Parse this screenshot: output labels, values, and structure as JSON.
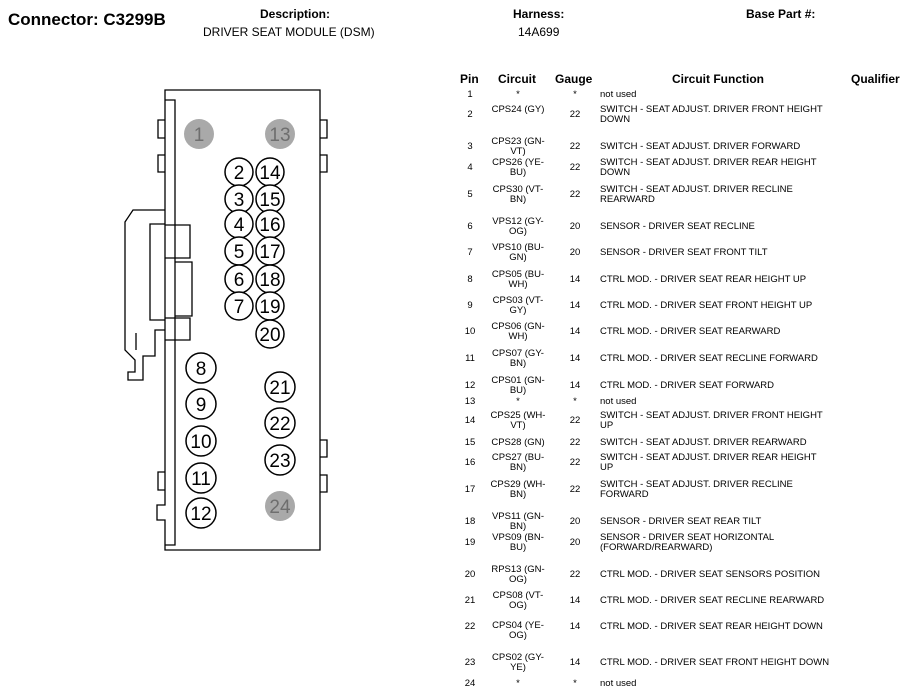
{
  "header": {
    "title": "Connector: C3299B",
    "description_label": "Description:",
    "description_value": "DRIVER SEAT MODULE (DSM)",
    "harness_label": "Harness:",
    "harness_value": "14A699",
    "base_part_label": "Base Part #:"
  },
  "table": {
    "headers": [
      "Pin",
      "Circuit",
      "Gauge",
      "Circuit Function",
      "Qualifier"
    ],
    "rows": [
      {
        "pin": "1",
        "circuit": [
          "*"
        ],
        "gauge": "*",
        "func": [
          "not used"
        ]
      },
      {
        "pin": "2",
        "circuit": [
          "CPS24 (GY)"
        ],
        "gauge": "22",
        "func": [
          "SWITCH - SEAT ADJUST. DRIVER FRONT HEIGHT",
          "DOWN"
        ]
      },
      {
        "pin": "3",
        "circuit": [
          "CPS23 (GN-",
          "VT)"
        ],
        "gauge": "22",
        "func": [
          "SWITCH - SEAT ADJUST. DRIVER FORWARD"
        ]
      },
      {
        "pin": "4",
        "circuit": [
          "CPS26 (YE-",
          "BU)"
        ],
        "gauge": "22",
        "func": [
          "SWITCH - SEAT ADJUST. DRIVER REAR HEIGHT",
          "DOWN"
        ]
      },
      {
        "pin": "5",
        "circuit": [
          "CPS30 (VT-",
          "BN)"
        ],
        "gauge": "22",
        "func": [
          "SWITCH - SEAT ADJUST. DRIVER RECLINE",
          "REARWARD"
        ]
      },
      {
        "pin": "6",
        "circuit": [
          "VPS12 (GY-",
          "OG)"
        ],
        "gauge": "20",
        "func": [
          "SENSOR - DRIVER SEAT RECLINE"
        ]
      },
      {
        "pin": "7",
        "circuit": [
          "VPS10 (BU-",
          "GN)"
        ],
        "gauge": "20",
        "func": [
          "SENSOR - DRIVER SEAT FRONT TILT"
        ]
      },
      {
        "pin": "8",
        "circuit": [
          "CPS05 (BU-",
          "WH)"
        ],
        "gauge": "14",
        "func": [
          "CTRL MOD. - DRIVER SEAT REAR HEIGHT UP"
        ]
      },
      {
        "pin": "9",
        "circuit": [
          "CPS03 (VT-",
          "GY)"
        ],
        "gauge": "14",
        "func": [
          "CTRL MOD. - DRIVER SEAT FRONT HEIGHT UP"
        ]
      },
      {
        "pin": "10",
        "circuit": [
          "CPS06 (GN-",
          "WH)"
        ],
        "gauge": "14",
        "func": [
          "CTRL MOD. - DRIVER SEAT REARWARD"
        ]
      },
      {
        "pin": "11",
        "circuit": [
          "CPS07 (GY-",
          "BN)"
        ],
        "gauge": "14",
        "func": [
          "CTRL MOD. - DRIVER SEAT RECLINE FORWARD"
        ]
      },
      {
        "pin": "12",
        "circuit": [
          "CPS01 (GN-",
          "BU)"
        ],
        "gauge": "14",
        "func": [
          "CTRL MOD. - DRIVER SEAT FORWARD"
        ]
      },
      {
        "pin": "13",
        "circuit": [
          "*"
        ],
        "gauge": "*",
        "func": [
          "not used"
        ]
      },
      {
        "pin": "14",
        "circuit": [
          "CPS25 (WH-",
          "VT)"
        ],
        "gauge": "22",
        "func": [
          "SWITCH - SEAT ADJUST. DRIVER FRONT HEIGHT",
          "UP"
        ]
      },
      {
        "pin": "15",
        "circuit": [
          "CPS28 (GN)"
        ],
        "gauge": "22",
        "func": [
          "SWITCH - SEAT ADJUST. DRIVER REARWARD"
        ]
      },
      {
        "pin": "16",
        "circuit": [
          "CPS27 (BU-",
          "BN)"
        ],
        "gauge": "22",
        "func": [
          "SWITCH - SEAT ADJUST. DRIVER REAR HEIGHT",
          "UP"
        ]
      },
      {
        "pin": "17",
        "circuit": [
          "CPS29 (WH-",
          "BN)"
        ],
        "gauge": "22",
        "func": [
          "SWITCH - SEAT ADJUST. DRIVER RECLINE",
          "FORWARD"
        ]
      },
      {
        "pin": "18",
        "circuit": [
          "VPS11 (GN-",
          "BN)"
        ],
        "gauge": "20",
        "func": [
          "SENSOR - DRIVER SEAT REAR TILT"
        ]
      },
      {
        "pin": "19",
        "circuit": [
          "VPS09 (BN-",
          "BU)"
        ],
        "gauge": "20",
        "func": [
          "SENSOR - DRIVER SEAT HORIZONTAL",
          "(FORWARD/REARWARD)"
        ]
      },
      {
        "pin": "20",
        "circuit": [
          "RPS13 (GN-",
          "OG)"
        ],
        "gauge": "22",
        "func": [
          "CTRL MOD. - DRIVER SEAT SENSORS POSITION"
        ]
      },
      {
        "pin": "21",
        "circuit": [
          "CPS08 (VT-",
          "OG)"
        ],
        "gauge": "14",
        "func": [
          "CTRL MOD. - DRIVER SEAT RECLINE REARWARD"
        ]
      },
      {
        "pin": "22",
        "circuit": [
          "CPS04 (YE-",
          "OG)"
        ],
        "gauge": "14",
        "func": [
          "CTRL MOD. - DRIVER SEAT REAR HEIGHT DOWN"
        ]
      },
      {
        "pin": "23",
        "circuit": [
          "CPS02 (GY-",
          "YE)"
        ],
        "gauge": "14",
        "func": [
          "CTRL MOD. - DRIVER SEAT FRONT HEIGHT DOWN"
        ]
      },
      {
        "pin": "24",
        "circuit": [
          "*"
        ],
        "gauge": "*",
        "func": [
          "not used"
        ]
      }
    ]
  },
  "connector": {
    "pins": [
      {
        "label": "1",
        "state": "unused"
      },
      {
        "label": "13",
        "state": "unused"
      },
      {
        "label": "2",
        "state": "used"
      },
      {
        "label": "14",
        "state": "used"
      },
      {
        "label": "3",
        "state": "used"
      },
      {
        "label": "15",
        "state": "used"
      },
      {
        "label": "4",
        "state": "used"
      },
      {
        "label": "16",
        "state": "used"
      },
      {
        "label": "5",
        "state": "used"
      },
      {
        "label": "17",
        "state": "used"
      },
      {
        "label": "6",
        "state": "used"
      },
      {
        "label": "18",
        "state": "used"
      },
      {
        "label": "7",
        "state": "used"
      },
      {
        "label": "19",
        "state": "used"
      },
      {
        "label": "20",
        "state": "used"
      },
      {
        "label": "8",
        "state": "used"
      },
      {
        "label": "21",
        "state": "used"
      },
      {
        "label": "9",
        "state": "used"
      },
      {
        "label": "22",
        "state": "used"
      },
      {
        "label": "10",
        "state": "used"
      },
      {
        "label": "23",
        "state": "used"
      },
      {
        "label": "11",
        "state": "used"
      },
      {
        "label": "12",
        "state": "used"
      },
      {
        "label": "24",
        "state": "unused"
      }
    ],
    "colors": {
      "unused_fill": "#a9a9a9",
      "unused_text": "#6e6e6e",
      "outline": "#000000"
    }
  }
}
